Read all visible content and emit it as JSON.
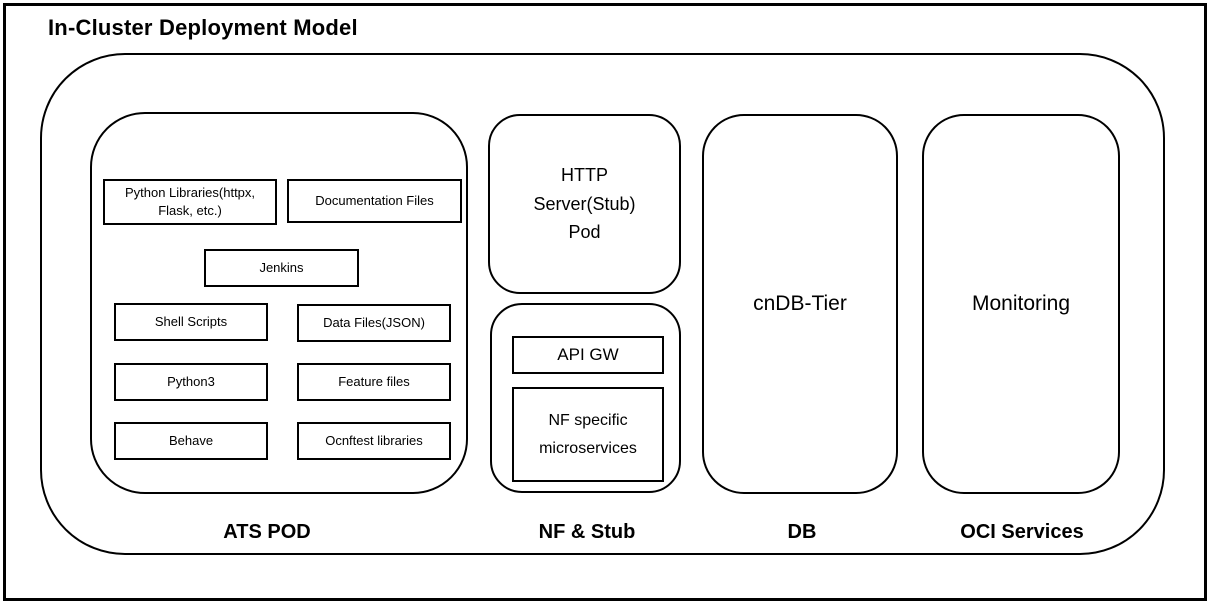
{
  "title": "In-Cluster Deployment Model",
  "sections": {
    "ats": {
      "label": "ATS POD",
      "boxes": [
        "Python Libraries(httpx, Flask, etc.)",
        "Documentation Files",
        "Jenkins",
        "Shell Scripts",
        "Data Files(JSON)",
        "Python3",
        "Feature files",
        "Behave",
        "Ocnftest libraries"
      ]
    },
    "nf_stub": {
      "label": "NF & Stub",
      "http_pod": "HTTP Server(Stub) Pod",
      "boxes": [
        "API GW",
        "NF specific microservices"
      ]
    },
    "db": {
      "label": "DB",
      "node": "cnDB-Tier"
    },
    "oci": {
      "label": "OCI Services",
      "node": "Monitoring"
    }
  },
  "colors": {
    "line": "#000000",
    "background": "#ffffff",
    "text": "#000000"
  }
}
